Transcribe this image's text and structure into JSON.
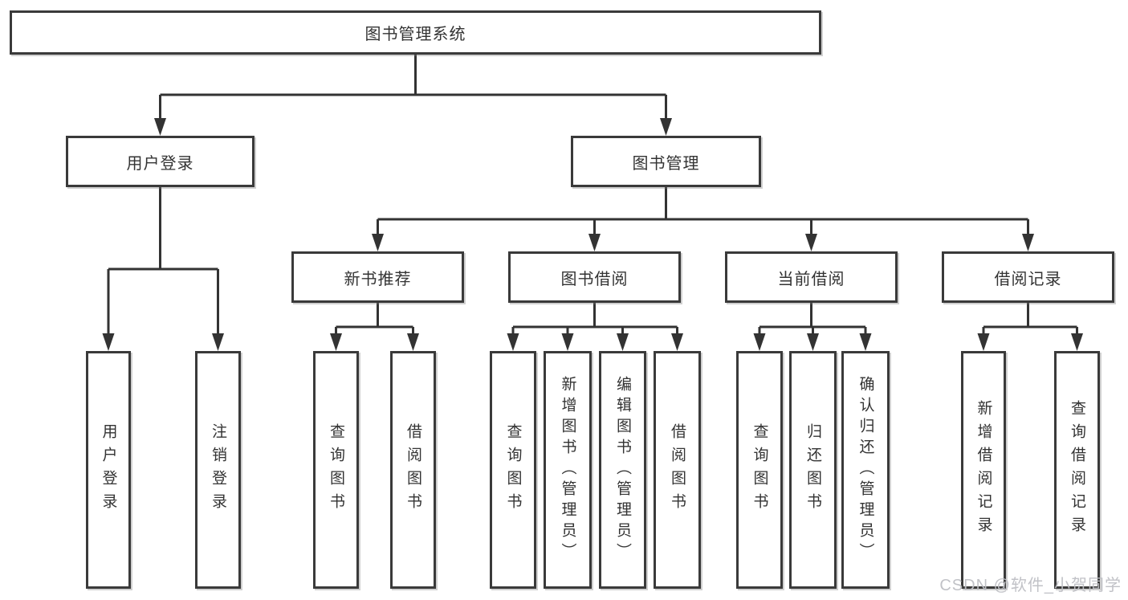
{
  "diagram": {
    "root": {
      "label": "图书管理系统"
    },
    "branches": [
      {
        "label": "用户登录",
        "children": [
          {
            "label": "用户登录"
          },
          {
            "label": "注销登录"
          }
        ]
      },
      {
        "label": "图书管理",
        "children": [
          {
            "label": "新书推荐",
            "children": [
              {
                "label": "查询图书"
              },
              {
                "label": "借阅图书"
              }
            ]
          },
          {
            "label": "图书借阅",
            "children": [
              {
                "label": "查询图书"
              },
              {
                "label": "新增图书（管理员）"
              },
              {
                "label": "编辑图书（管理员）"
              },
              {
                "label": "借阅图书"
              }
            ]
          },
          {
            "label": "当前借阅",
            "children": [
              {
                "label": "查询图书"
              },
              {
                "label": "归还图书"
              },
              {
                "label": "确认归还（管理员）"
              }
            ]
          },
          {
            "label": "借阅记录",
            "children": [
              {
                "label": "新增借阅记录"
              },
              {
                "label": "查询借阅记录"
              }
            ]
          }
        ]
      }
    ]
  },
  "watermark": {
    "text": "CSDN @软件_小贺同学"
  },
  "colors": {
    "line": "#333333",
    "box_border": "#3a3a3a",
    "box_fill": "#ffffff",
    "text": "#333333",
    "watermark": "#bebfc4",
    "background": "#ffffff"
  }
}
